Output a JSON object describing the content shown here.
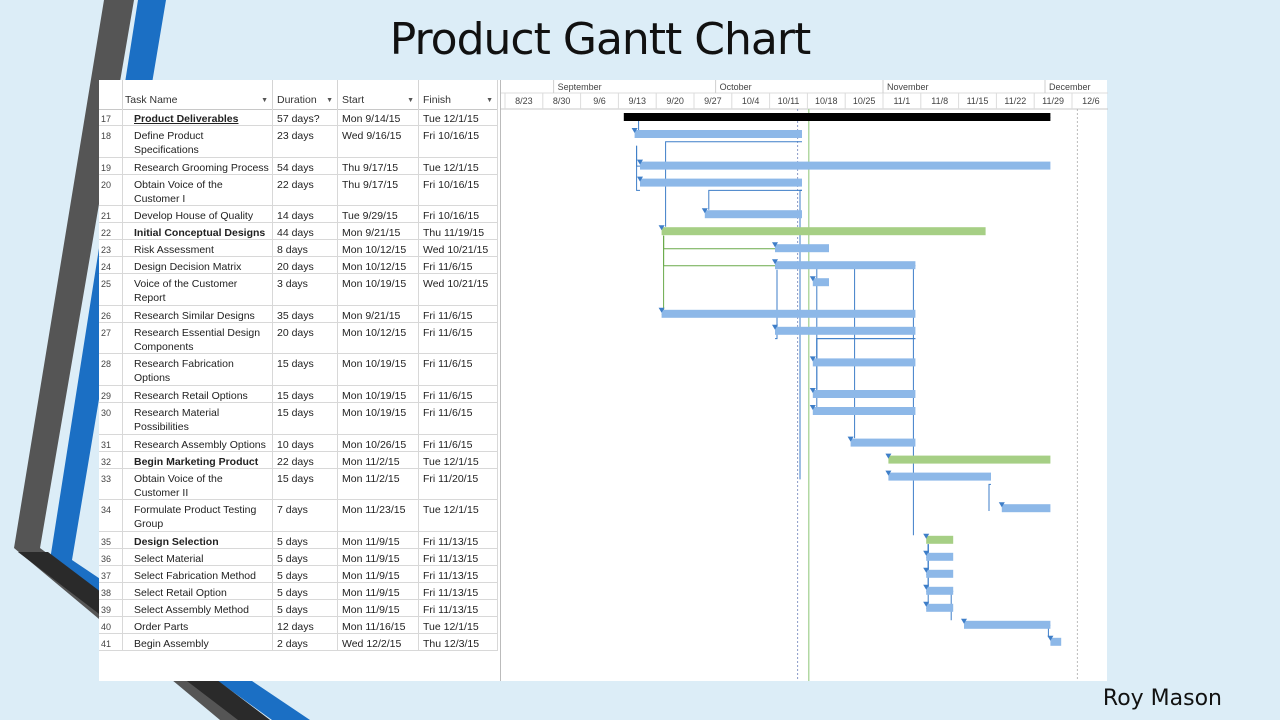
{
  "slide": {
    "title": "Product Gantt Chart",
    "author": "Roy Mason"
  },
  "table": {
    "columns": {
      "task": "Task Name",
      "duration": "Duration",
      "start": "Start",
      "finish": "Finish"
    }
  },
  "timeline": {
    "months": [
      "September",
      "October",
      "November",
      "December"
    ],
    "weeks": [
      "8/23",
      "8/30",
      "9/6",
      "9/13",
      "9/20",
      "9/27",
      "10/4",
      "10/11",
      "10/18",
      "10/25",
      "11/1",
      "11/8",
      "11/15",
      "11/22",
      "11/29",
      "12/6"
    ]
  },
  "colors": {
    "task": "#8db8e8",
    "summary_green": "#a6cf85",
    "project_summary": "#000000",
    "link_blue": "#3e7ec8",
    "link_green": "#6aaa4a",
    "status_line": "#9ecf8c"
  },
  "chart_data": {
    "type": "gantt",
    "title": "Product Gantt Chart",
    "x_axis": {
      "type": "date",
      "start": "2015-08-23",
      "end": "2015-12-12"
    },
    "tasks": [
      {
        "id": "17",
        "name": "Product Deliverables",
        "duration": "57 days?",
        "start": "Mon 9/14/15",
        "finish": "Tue 12/1/15",
        "type": "project",
        "bar_start": "2015-09-14",
        "bar_end": "2015-12-01"
      },
      {
        "id": "18",
        "name": "Define Product Specifications",
        "duration": "23 days",
        "start": "Wed 9/16/15",
        "finish": "Fri 10/16/15",
        "type": "task",
        "bar_start": "2015-09-16",
        "bar_end": "2015-10-16"
      },
      {
        "id": "19",
        "name": "Research Grooming Process",
        "duration": "54 days",
        "start": "Thu 9/17/15",
        "finish": "Tue 12/1/15",
        "type": "task",
        "bar_start": "2015-09-17",
        "bar_end": "2015-12-01"
      },
      {
        "id": "20",
        "name": "Obtain Voice of the Customer I",
        "duration": "22 days",
        "start": "Thu 9/17/15",
        "finish": "Fri 10/16/15",
        "type": "task",
        "bar_start": "2015-09-17",
        "bar_end": "2015-10-16"
      },
      {
        "id": "21",
        "name": "Develop House of Quality",
        "duration": "14 days",
        "start": "Tue 9/29/15",
        "finish": "Fri 10/16/15",
        "type": "task",
        "bar_start": "2015-09-29",
        "bar_end": "2015-10-16"
      },
      {
        "id": "22",
        "name": "Initial Conceptual Designs",
        "duration": "44 days",
        "start": "Mon 9/21/15",
        "finish": "Thu 11/19/15",
        "type": "summary",
        "bar_start": "2015-09-21",
        "bar_end": "2015-11-19"
      },
      {
        "id": "23",
        "name": "Risk Assessment",
        "duration": "8 days",
        "start": "Mon 10/12/15",
        "finish": "Wed 10/21/15",
        "type": "task",
        "bar_start": "2015-10-12",
        "bar_end": "2015-10-21"
      },
      {
        "id": "24",
        "name": "Design Decision Matrix",
        "duration": "20 days",
        "start": "Mon 10/12/15",
        "finish": "Fri 11/6/15",
        "type": "task",
        "bar_start": "2015-10-12",
        "bar_end": "2015-11-06"
      },
      {
        "id": "25",
        "name": "Voice of the Customer Report",
        "duration": "3 days",
        "start": "Mon 10/19/15",
        "finish": "Wed 10/21/15",
        "type": "task",
        "bar_start": "2015-10-19",
        "bar_end": "2015-10-21"
      },
      {
        "id": "26",
        "name": "Research Similar Designs",
        "duration": "35 days",
        "start": "Mon 9/21/15",
        "finish": "Fri 11/6/15",
        "type": "task",
        "bar_start": "2015-09-21",
        "bar_end": "2015-11-06"
      },
      {
        "id": "27",
        "name": "Research Essential Design Components",
        "duration": "20 days",
        "start": "Mon 10/12/15",
        "finish": "Fri 11/6/15",
        "type": "task",
        "bar_start": "2015-10-12",
        "bar_end": "2015-11-06"
      },
      {
        "id": "28",
        "name": "Research Fabrication Options",
        "duration": "15 days",
        "start": "Mon 10/19/15",
        "finish": "Fri 11/6/15",
        "type": "task",
        "bar_start": "2015-10-19",
        "bar_end": "2015-11-06"
      },
      {
        "id": "29",
        "name": "Research Retail Options",
        "duration": "15 days",
        "start": "Mon 10/19/15",
        "finish": "Fri 11/6/15",
        "type": "task",
        "bar_start": "2015-10-19",
        "bar_end": "2015-11-06"
      },
      {
        "id": "30",
        "name": "Research Material Possibilities",
        "duration": "15 days",
        "start": "Mon 10/19/15",
        "finish": "Fri 11/6/15",
        "type": "task",
        "bar_start": "2015-10-19",
        "bar_end": "2015-11-06"
      },
      {
        "id": "31",
        "name": "Research Assembly Options",
        "duration": "10 days",
        "start": "Mon 10/26/15",
        "finish": "Fri 11/6/15",
        "type": "task",
        "bar_start": "2015-10-26",
        "bar_end": "2015-11-06"
      },
      {
        "id": "32",
        "name": "Begin Marketing Product",
        "duration": "22 days",
        "start": "Mon 11/2/15",
        "finish": "Tue 12/1/15",
        "type": "summary",
        "bar_start": "2015-11-02",
        "bar_end": "2015-12-01"
      },
      {
        "id": "33",
        "name": "Obtain Voice of the Customer II",
        "duration": "15 days",
        "start": "Mon 11/2/15",
        "finish": "Fri 11/20/15",
        "type": "task",
        "bar_start": "2015-11-02",
        "bar_end": "2015-11-20"
      },
      {
        "id": "34",
        "name": "Formulate Product Testing Group",
        "duration": "7 days",
        "start": "Mon 11/23/15",
        "finish": "Tue 12/1/15",
        "type": "task",
        "bar_start": "2015-11-23",
        "bar_end": "2015-12-01"
      },
      {
        "id": "35",
        "name": "Design Selection",
        "duration": "5 days",
        "start": "Mon 11/9/15",
        "finish": "Fri 11/13/15",
        "type": "summary",
        "bar_start": "2015-11-09",
        "bar_end": "2015-11-13"
      },
      {
        "id": "36",
        "name": "Select Material",
        "duration": "5 days",
        "start": "Mon 11/9/15",
        "finish": "Fri 11/13/15",
        "type": "task",
        "bar_start": "2015-11-09",
        "bar_end": "2015-11-13"
      },
      {
        "id": "37",
        "name": "Select Fabrication Method",
        "duration": "5 days",
        "start": "Mon 11/9/15",
        "finish": "Fri 11/13/15",
        "type": "task",
        "bar_start": "2015-11-09",
        "bar_end": "2015-11-13"
      },
      {
        "id": "38",
        "name": "Select Retail Option",
        "duration": "5 days",
        "start": "Mon 11/9/15",
        "finish": "Fri 11/13/15",
        "type": "task",
        "bar_start": "2015-11-09",
        "bar_end": "2015-11-13"
      },
      {
        "id": "39",
        "name": "Select Assembly Method",
        "duration": "5 days",
        "start": "Mon 11/9/15",
        "finish": "Fri 11/13/15",
        "type": "task",
        "bar_start": "2015-11-09",
        "bar_end": "2015-11-13"
      },
      {
        "id": "40",
        "name": "Order Parts",
        "duration": "12 days",
        "start": "Mon 11/16/15",
        "finish": "Tue 12/1/15",
        "type": "task",
        "bar_start": "2015-11-16",
        "bar_end": "2015-12-01"
      },
      {
        "id": "41",
        "name": "Begin Assembly",
        "duration": "2 days",
        "start": "Wed 12/2/15",
        "finish": "Thu 12/3/15",
        "type": "task",
        "bar_start": "2015-12-02",
        "bar_end": "2015-12-03"
      }
    ],
    "links": [
      {
        "from": "17",
        "to": "18",
        "color": "blue"
      },
      {
        "from": "18",
        "to": "19",
        "color": "blue"
      },
      {
        "from": "18",
        "to": "20",
        "color": "blue"
      },
      {
        "from": "18",
        "to": "22",
        "color": "blue"
      },
      {
        "from": "20",
        "to": "21",
        "color": "blue"
      },
      {
        "from": "22",
        "to": "23",
        "color": "green"
      },
      {
        "from": "22",
        "to": "24",
        "color": "green"
      },
      {
        "from": "22",
        "to": "26",
        "color": "green"
      },
      {
        "from": "20",
        "to": "32",
        "color": "blue"
      },
      {
        "from": "21",
        "to": "25",
        "color": "blue"
      },
      {
        "from": "24",
        "to": "27",
        "color": "blue"
      },
      {
        "from": "24",
        "to": "28",
        "color": "blue"
      },
      {
        "from": "24",
        "to": "31",
        "color": "blue"
      },
      {
        "from": "27",
        "to": "29",
        "color": "blue"
      },
      {
        "from": "27",
        "to": "30",
        "color": "blue"
      },
      {
        "from": "20",
        "to": "33",
        "color": "blue"
      },
      {
        "from": "33",
        "to": "34",
        "color": "blue"
      },
      {
        "from": "24",
        "to": "35",
        "color": "blue"
      },
      {
        "from": "35",
        "to": "36",
        "color": "blue"
      },
      {
        "from": "35",
        "to": "37",
        "color": "blue"
      },
      {
        "from": "35",
        "to": "38",
        "color": "blue"
      },
      {
        "from": "35",
        "to": "39",
        "color": "blue"
      },
      {
        "from": "38",
        "to": "40",
        "color": "blue"
      },
      {
        "from": "40",
        "to": "41",
        "color": "blue"
      }
    ],
    "status_date": "2015-10-19"
  }
}
